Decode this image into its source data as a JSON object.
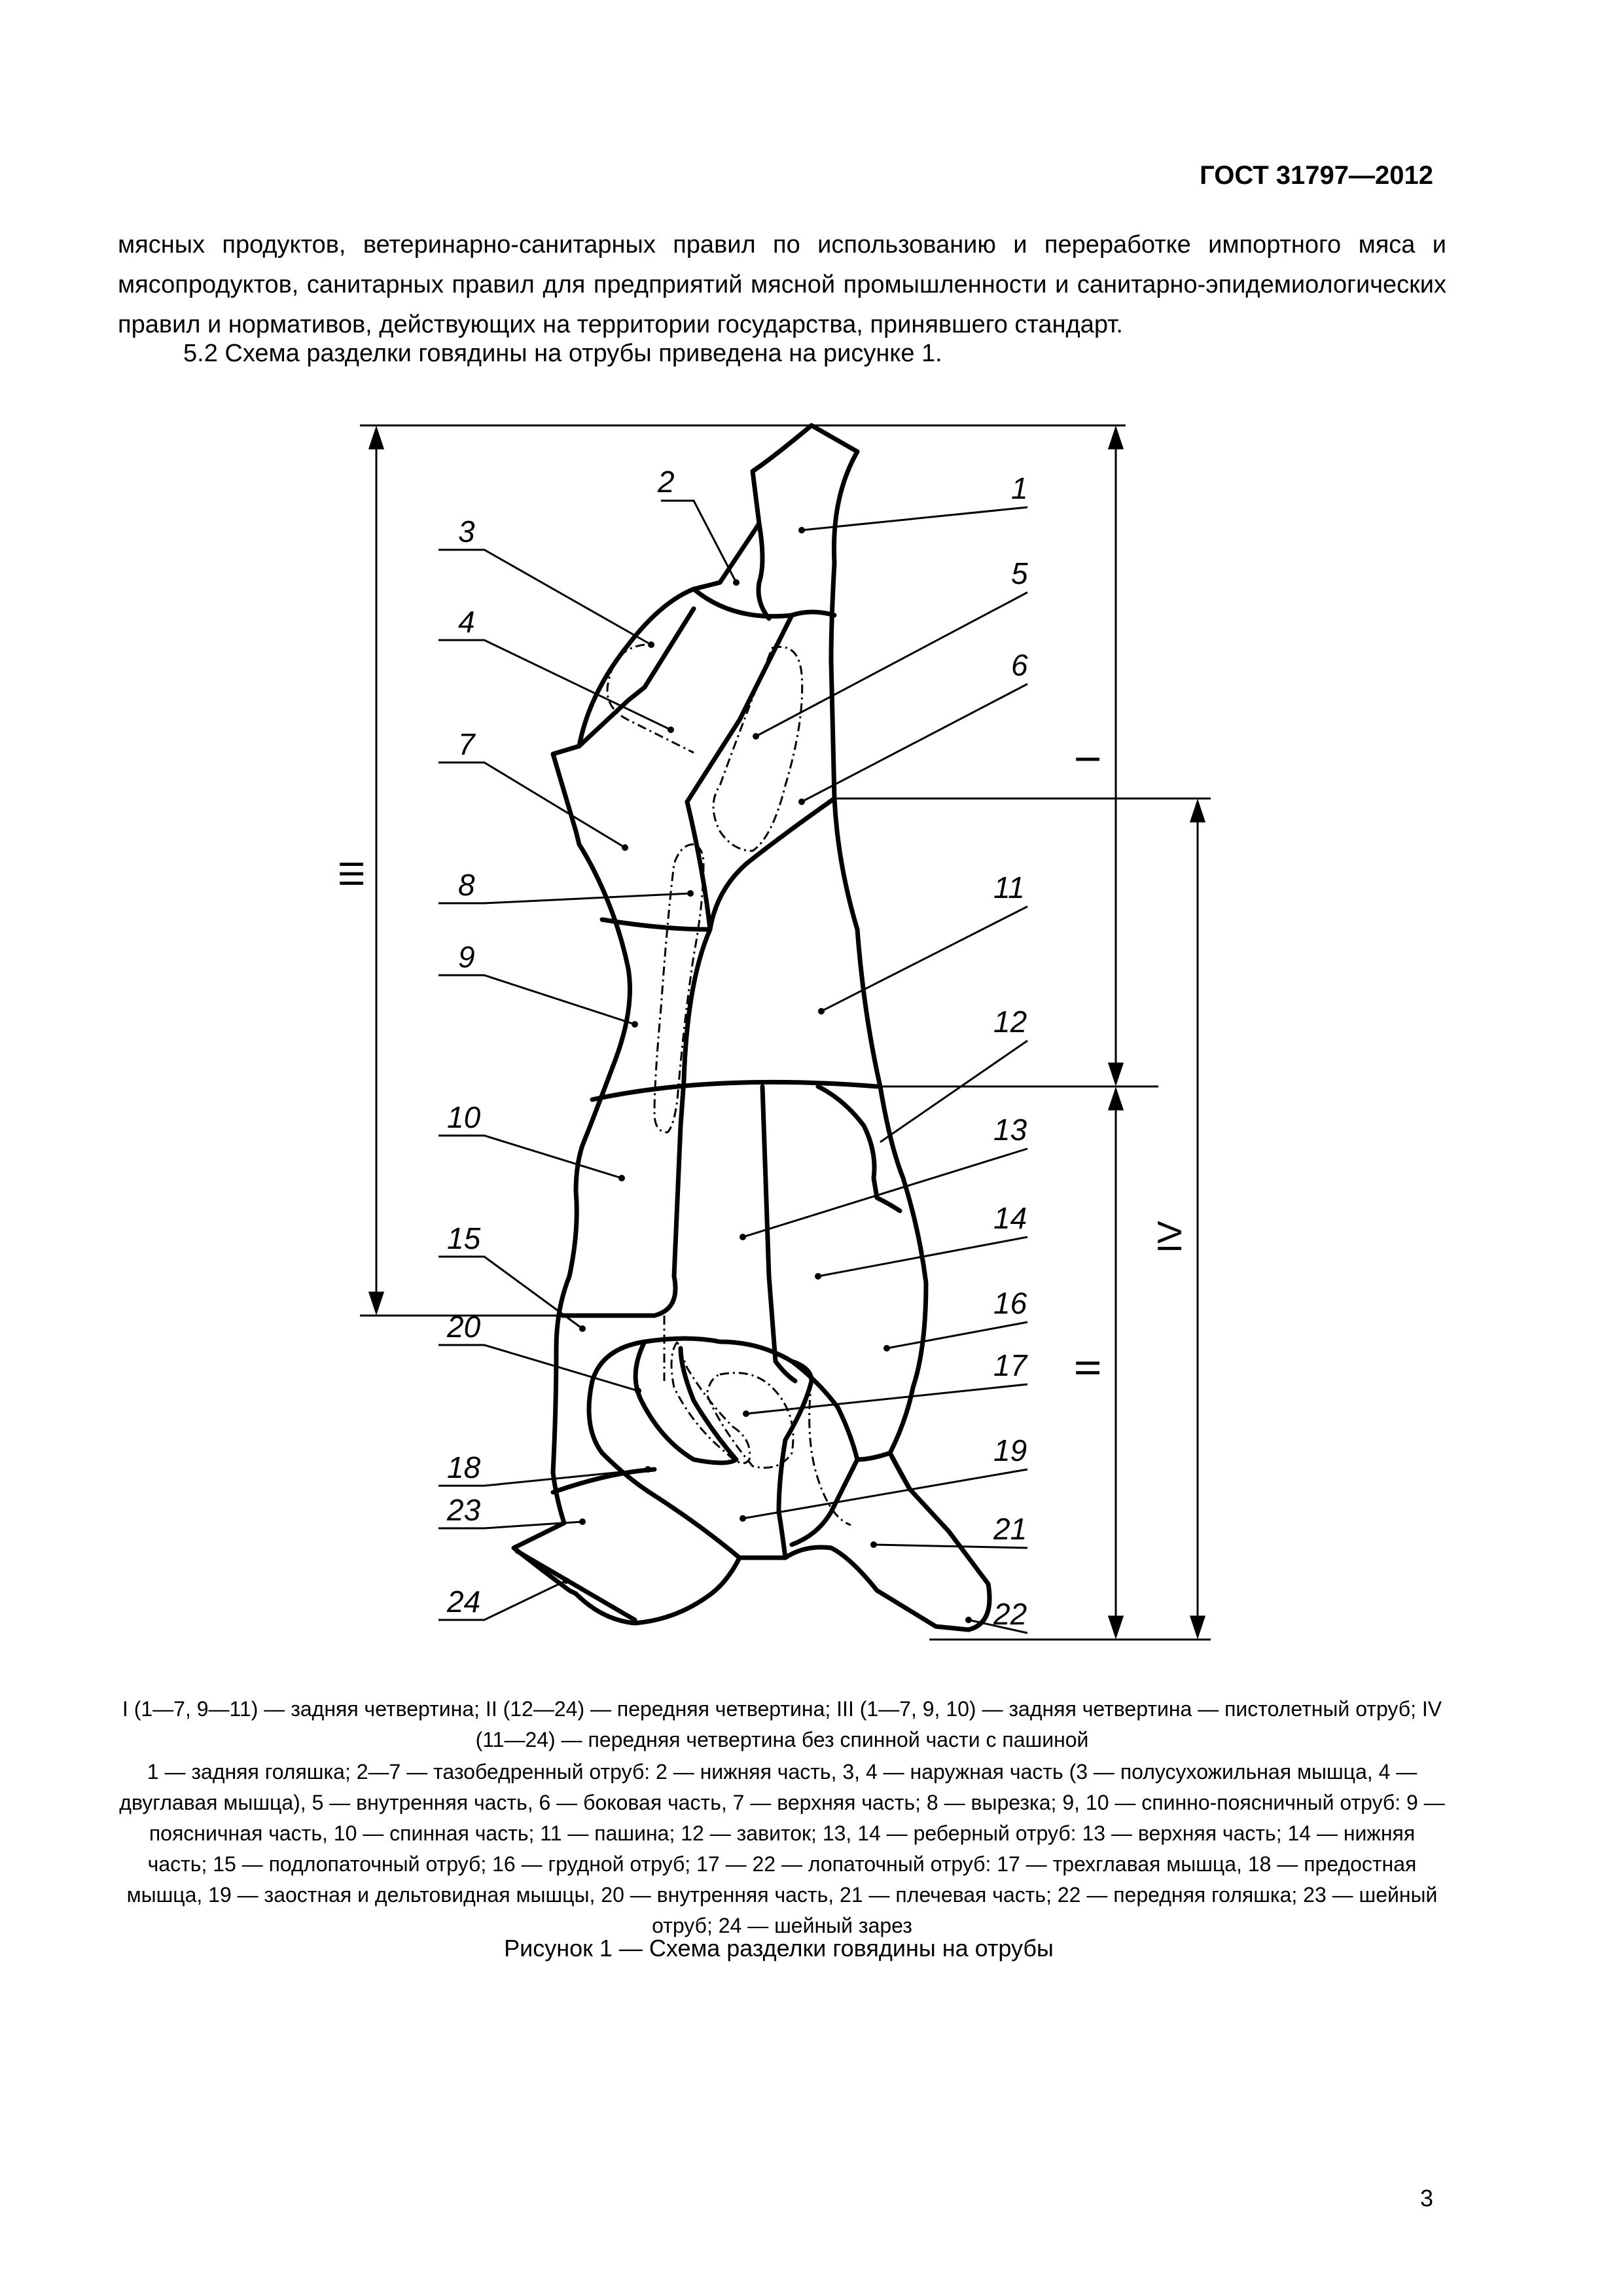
{
  "header": {
    "standard_code": "ГОСТ 31797—2012"
  },
  "body": {
    "paragraph_1": "мясных продуктов, ветеринарно-санитарных правил по использованию и переработке импортного мяса и мясопродуктов, санитарных правил для предприятий мясной промышленности и санитарно-эпидемиологических правил и нормативов, действующих на территории государства, принявшего стандарт.",
    "paragraph_2": "5.2  Схема разделки говядины на отрубы приведена на рисунке 1."
  },
  "figure": {
    "labels": [
      "1",
      "2",
      "3",
      "4",
      "5",
      "6",
      "7",
      "8",
      "9",
      "10",
      "11",
      "12",
      "13",
      "14",
      "15",
      "16",
      "17",
      "18",
      "19",
      "20",
      "21",
      "22",
      "23",
      "24"
    ],
    "quarters": {
      "I": "I",
      "II": "II",
      "III": "III",
      "IV": "IV"
    }
  },
  "caption": {
    "quarters_legend": "I (1—7, 9—11) — задняя четвертина; II (12—24) — передняя четвертина; III (1—7, 9, 10) — задняя четвертина — пистолетный отруб; IV (11—24) — передняя четвертина без спинной части с пашиной",
    "parts_legend": "1 — задняя голяшка; 2—7 — тазобедренный отруб: 2 — нижняя часть, 3, 4 — наружная часть (3 — полусухожильная мышца, 4 — двуглавая мышца), 5 — внутренняя часть, 6 — боковая часть, 7 — верхняя часть; 8 — вырезка; 9, 10 — спинно-поясничный отруб: 9 — поясничная часть, 10 — спинная часть; 11 — пашина; 12 — завиток; 13, 14 — реберный отруб: 13 — верхняя часть; 14 — нижняя часть; 15 — подлопаточный отруб; 16 — грудной отруб; 17 — 22 — лопаточный отруб: 17 — трехглавая мышца, 18 — предостная мышца, 19 — заостная и дельтовидная мышцы, 20 — внутренняя часть, 21 — плечевая часть; 22 — передняя голяшка; 23 — шейный отруб; 24 — шейный зарез"
  },
  "figure_title": "Рисунок  1 — Схема разделки говядины на отрубы",
  "page_number": "3"
}
